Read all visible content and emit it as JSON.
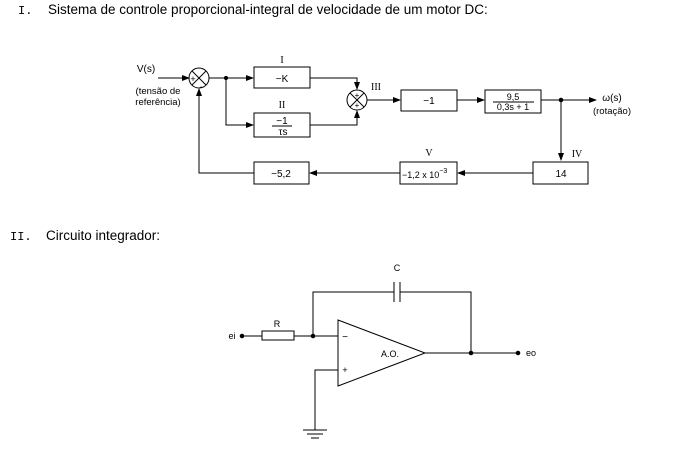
{
  "section1": {
    "number": "I.",
    "title": "Sistema de controle proporcional-integral de velocidade de um motor DC:"
  },
  "section2": {
    "number": "II.",
    "title": "Circuito integrador:"
  },
  "block_diagram": {
    "input_label": "V(s)",
    "input_desc_line1": "(tensão de",
    "input_desc_line2": "referência)",
    "output_label": "ω(s)",
    "output_desc": "(rotação)",
    "sum1_plus": "+",
    "sum1_minus": "−",
    "block_I": {
      "roman": "I",
      "gain": "−K"
    },
    "block_II": {
      "roman": "II",
      "numerator": "−1",
      "denominator": "τs"
    },
    "sum2_roman": "III",
    "sum2_sign_top": "+",
    "sum2_sign_bottom": "+",
    "block_neg1": "−1",
    "block_motor": {
      "numerator": "9,5",
      "denominator": "0,3s + 1"
    },
    "block_IV": {
      "roman": "IV",
      "gain": "14"
    },
    "block_V": {
      "roman": "V",
      "gain_base": "−1,2 x 10",
      "gain_exp": "−3"
    },
    "block_fb": "−5,2"
  },
  "circuit": {
    "capacitor_label": "C",
    "resistor_label": "R",
    "input_label": "ei",
    "output_label": "eo",
    "amp_label": "A.O.",
    "minus_input": "−",
    "plus_input": "+"
  }
}
